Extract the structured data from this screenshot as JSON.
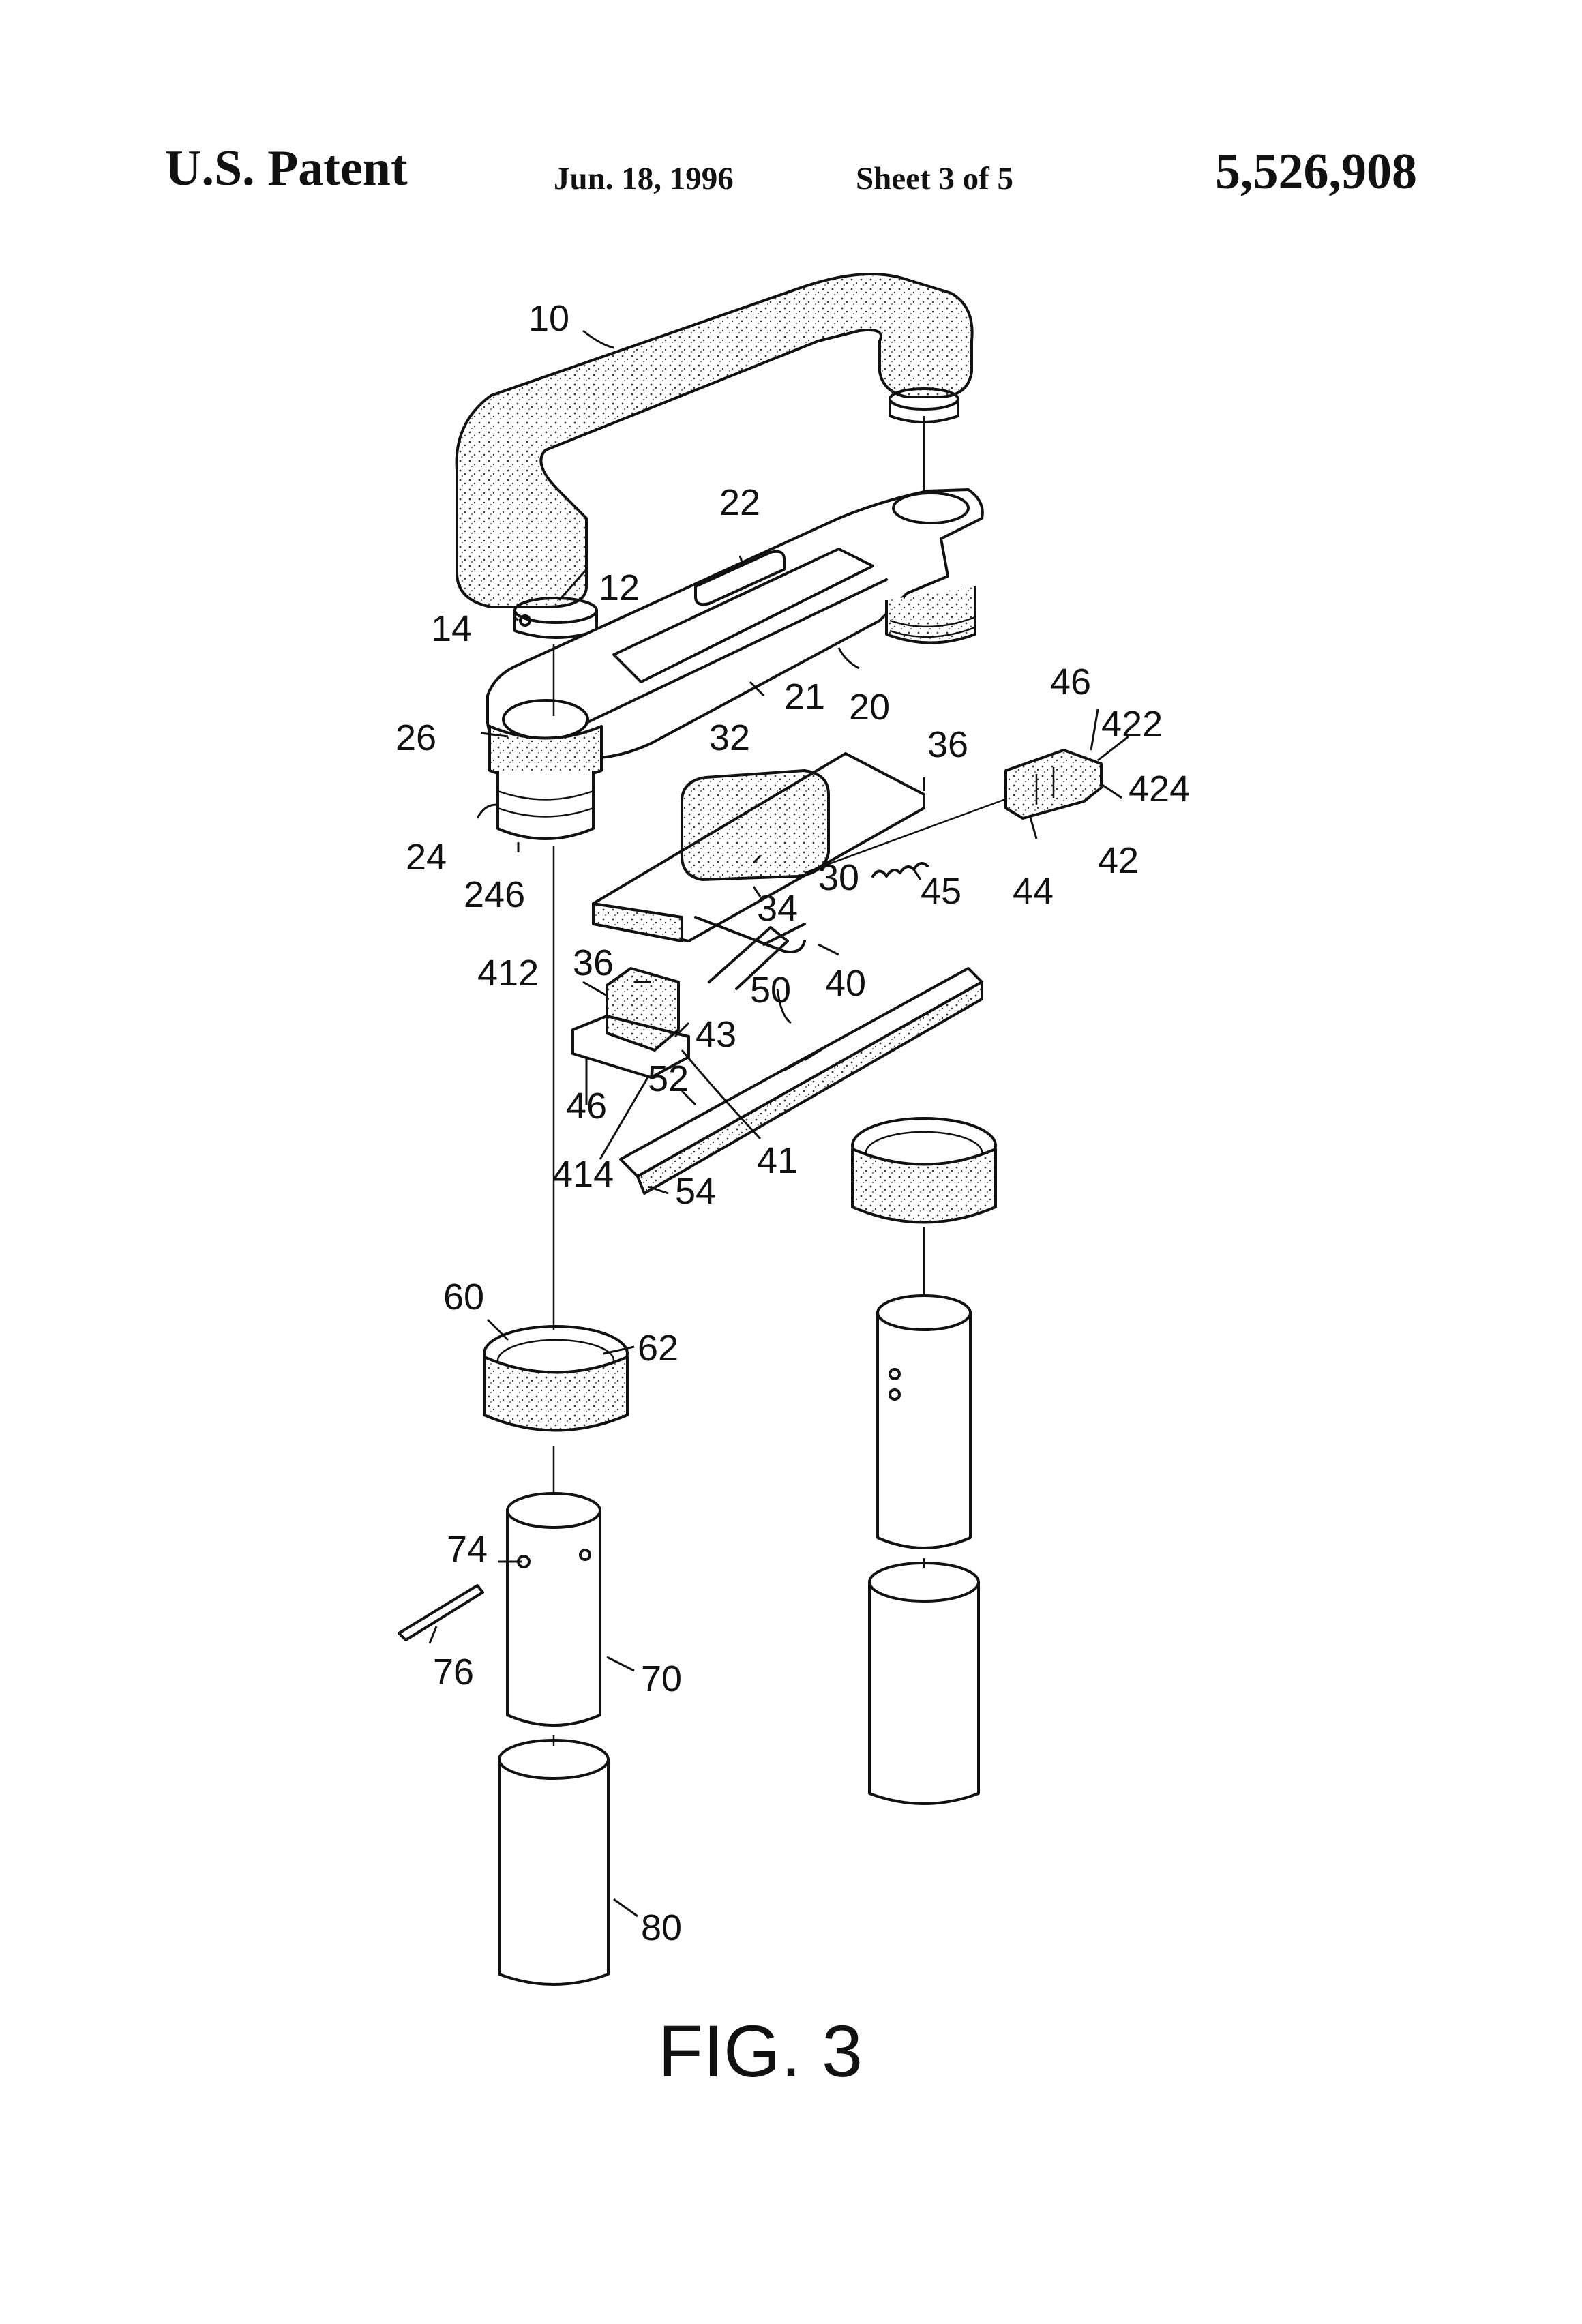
{
  "header": {
    "title": "U.S. Patent",
    "date": "Jun. 18, 1996",
    "sheet": "Sheet 3 of 5",
    "patent_number": "5,526,908"
  },
  "figure": {
    "caption": "FIG. 3",
    "labels": {
      "l10": "10",
      "l12": "12",
      "l14": "14",
      "l20": "20",
      "l21": "21",
      "l22": "22",
      "l24": "24",
      "l26": "26",
      "l246": "246",
      "l30": "30",
      "l32": "32",
      "l34": "34",
      "l36a": "36",
      "l36b": "36",
      "l40": "40",
      "l41": "41",
      "l412": "412",
      "l414": "414",
      "l42": "42",
      "l422": "422",
      "l424": "424",
      "l43": "43",
      "l44": "44",
      "l45": "45",
      "l46a": "46",
      "l46b": "46",
      "l50": "50",
      "l52": "52",
      "l54": "54",
      "l60": "60",
      "l62": "62",
      "l70": "70",
      "l74": "74",
      "l76": "76",
      "l80": "80"
    }
  }
}
